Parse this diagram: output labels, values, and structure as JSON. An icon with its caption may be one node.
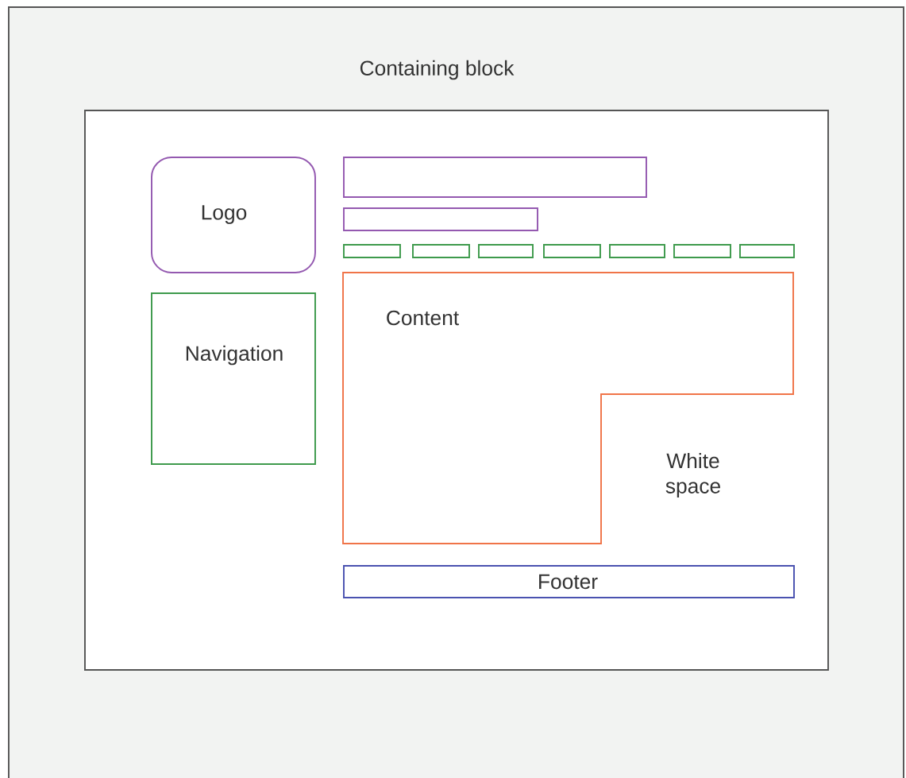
{
  "diagram": {
    "nodes": [
      {
        "text": [
          "Containing block"
        ]
      },
      {
        "text": [],
        "shape": "box",
        "in": 0
      },
      {
        "text": [
          "Logo"
        ],
        "in": 1
      },
      {
        "text": [],
        "shape": "box",
        "in": 1
      },
      {
        "text": [],
        "shape": "box",
        "in": 1
      },
      {
        "text": [],
        "shape": "box",
        "in": 1
      },
      {
        "text": [],
        "shape": "box",
        "in": 1
      },
      {
        "text": [],
        "shape": "box",
        "in": 1
      },
      {
        "text": [],
        "shape": "box",
        "in": 1
      },
      {
        "text": [],
        "shape": "box",
        "in": 1
      },
      {
        "text": [],
        "shape": "box",
        "in": 1
      },
      {
        "text": [],
        "shape": "box",
        "in": 1
      },
      {
        "text": [
          "Navigation"
        ],
        "in": 1
      },
      {
        "text": [
          "Content"
        ],
        "in": 1
      },
      {
        "text": [
          "Footer"
        ],
        "in": 1
      }
    ],
    "labels": [
      "White space"
    ]
  }
}
